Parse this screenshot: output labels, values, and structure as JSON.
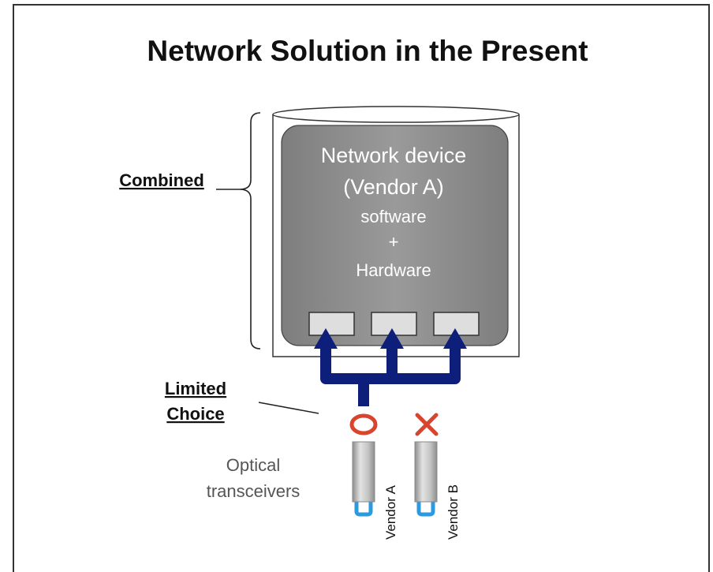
{
  "title": "Network Solution in the Present",
  "labels": {
    "combined": "Combined",
    "limited_line1": "Limited",
    "limited_line2": "Choice",
    "optical_line1": "Optical",
    "optical_line2": "transceivers"
  },
  "device": {
    "line1": "Network device",
    "line2": "(Vendor A)",
    "line3": "software",
    "line4": "+",
    "line5": "Hardware"
  },
  "transceivers": [
    {
      "vendor": "Vendor A",
      "status": "allowed",
      "mark_color": "#d9442e"
    },
    {
      "vendor": "Vendor B",
      "status": "blocked",
      "mark_color": "#d9442e"
    }
  ],
  "colors": {
    "arrow": "#0d1f7a",
    "device": "#8a8a8a",
    "connector": "#2b9be0"
  }
}
